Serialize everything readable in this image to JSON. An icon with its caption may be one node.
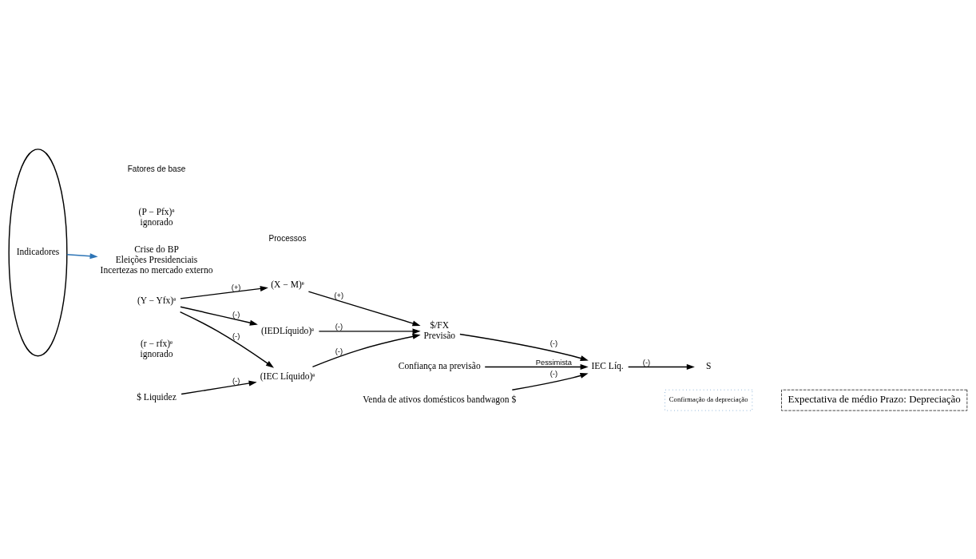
{
  "diagram": {
    "nodes": [
      {
        "text": [
          "Indicadores"
        ]
      },
      {
        "text": [
          "(P − Pfx)ᵉ",
          "ignorado"
        ]
      },
      {
        "text": [
          "(Y − Yfx)ᵉ"
        ]
      },
      {
        "text": [
          "(r − rfx)ᵉ",
          "ignorado"
        ]
      },
      {
        "text": [
          "$ Liquidez"
        ]
      },
      {
        "text": [
          "(X − M)ᵉ"
        ]
      },
      {
        "text": [
          "(IEDLíquido)ᵉ"
        ]
      },
      {
        "text": [
          "(IEC Líquido)ᵉ"
        ]
      },
      {
        "text": [
          "$/FX",
          "Previsão"
        ]
      },
      {
        "text": [
          "IEC Líq."
        ]
      },
      {
        "text": [
          "Confiança na previsão"
        ]
      },
      {
        "text": [
          "Venda de ativos domésticos bandwagon $"
        ]
      },
      {
        "text": [
          "S"
        ]
      },
      {
        "text": [
          "Confirmação da depreciação"
        ]
      },
      {
        "text": [
          "Crise do BP",
          "Eleições Presidenciais",
          "Incertezas no mercado externo"
        ]
      },
      {
        "text": [
          "Expectativa de médio Prazo: Depreciação"
        ]
      }
    ],
    "edges": [
      {
        "from": 2,
        "to": 5,
        "arrow": "to",
        "label": "(+)"
      },
      {
        "from": 2,
        "to": 6,
        "arrow": "to",
        "label": "(-)"
      },
      {
        "from": 2,
        "to": 7,
        "arrow": "to",
        "label": "(-)"
      },
      {
        "from": 4,
        "to": 7,
        "arrow": "to",
        "label": "(-)"
      },
      {
        "from": 5,
        "to": 8,
        "arrow": "to",
        "label": "(+)"
      },
      {
        "from": 6,
        "to": 8,
        "arrow": "to",
        "label": "(-)"
      },
      {
        "from": 7,
        "to": 8,
        "arrow": "to",
        "label": "(-)"
      },
      {
        "from": 8,
        "to": 9,
        "arrow": "to",
        "label": "(-)"
      },
      {
        "from": 10,
        "to": 9,
        "arrow": "to",
        "label": "Pessimista"
      },
      {
        "from": 11,
        "to": 9,
        "arrow": "to",
        "label": "(-)"
      },
      {
        "from": 9,
        "to": 12,
        "arrow": "to",
        "label": "(-)"
      },
      {
        "from": 0,
        "to": 14,
        "arrow": "to",
        "color": "#2e75b6"
      }
    ],
    "labels": [
      "Fatores de base",
      "Processos"
    ]
  }
}
